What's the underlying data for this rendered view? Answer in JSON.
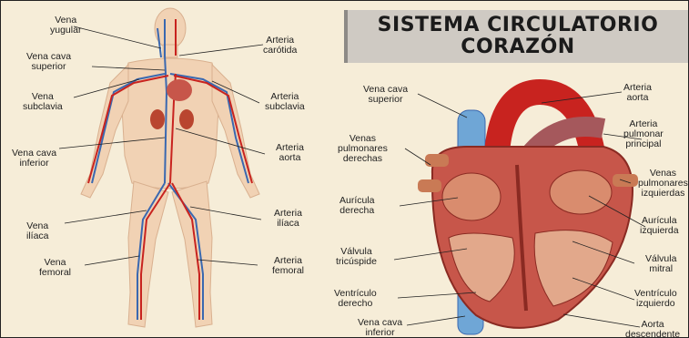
{
  "title": {
    "line1": "SISTEMA CIRCULATORIO",
    "line2": "CORAZÓN"
  },
  "body_labels": {
    "vena_yugular": "Vena\nyugular",
    "vena_cava_superior": "Vena cava\nsuperior",
    "vena_subclavia": "Vena\nsubclavia",
    "vena_cava_inferior": "Vena cava\ninferior",
    "vena_iliaca": "Vena\nilíaca",
    "vena_femoral": "Vena\nfemoral",
    "arteria_carotida": "Arteria\ncarótida",
    "arteria_subclavia": "Arteria\nsubclavia",
    "arteria_aorta": "Arteria\naorta",
    "arteria_iliaca": "Arteria\nilíaca",
    "arteria_femoral": "Arteria\nfemoral"
  },
  "heart_labels": {
    "vena_cava_superior": "Vena cava\nsuperior",
    "venas_pulmonares_derechas": "Venas\npulmonares\nderechas",
    "auricula_derecha": "Aurícula\nderecha",
    "valvula_tricuspide": "Válvula\ntricúspide",
    "ventriculo_derecho": "Ventrículo\nderecho",
    "vena_cava_inferior": "Vena cava\ninferior",
    "arteria_aorta": "Arteria\naorta",
    "arteria_pulmonar_principal": "Arteria\npulmonar\nprincipal",
    "venas_pulmonares_izquierdas": "Venas\npulmonares\nizquierdas",
    "auricula_izquierda": "Aurícula\nizquierda",
    "valvula_mitral": "Válvula\nmitral",
    "ventriculo_izquierdo": "Ventrículo\nizquierdo",
    "aorta_descendente": "Aorta\ndescendente"
  },
  "colors": {
    "artery": "#c8231f",
    "vein": "#3a68b0",
    "vena_cava_heart": "#6fa6d6",
    "heart_muscle": "#c7564a",
    "skin": "#f1d2b4",
    "leader": "#222222"
  }
}
